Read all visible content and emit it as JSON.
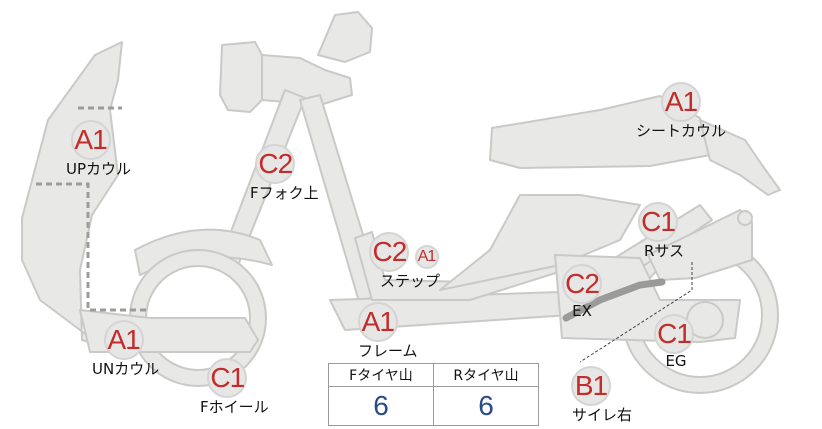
{
  "parts": {
    "up_cowl": {
      "grade": "A1",
      "label": "UPカウル"
    },
    "front_fork": {
      "grade": "C2",
      "label": "Fフォク上"
    },
    "step": {
      "grade": "C2",
      "grade_small": "A1",
      "label": "ステップ"
    },
    "seat_cowl": {
      "grade": "A1",
      "label": "シートカウル"
    },
    "rear_susp": {
      "grade": "C1",
      "label": "Rサス"
    },
    "exhaust": {
      "grade": "C2",
      "label": "EX"
    },
    "frame": {
      "grade": "A1",
      "label": "フレーム"
    },
    "engine": {
      "grade": "C1",
      "label": "EG"
    },
    "under_cowl": {
      "grade": "A1",
      "label": "UNカウル"
    },
    "front_wheel": {
      "grade": "C1",
      "label": "Fホイール"
    },
    "muffler_r": {
      "grade": "B1",
      "label": "サイレ右"
    }
  },
  "tread_table": {
    "headers": [
      "Fタイヤ山",
      "Rタイヤ山"
    ],
    "values": [
      "6",
      "6"
    ]
  },
  "colors": {
    "body_fill": "#e8e8e6",
    "body_stroke": "#c8c8c6",
    "grade_text": "#c42b2b",
    "tread_value": "#2b4a8c"
  }
}
